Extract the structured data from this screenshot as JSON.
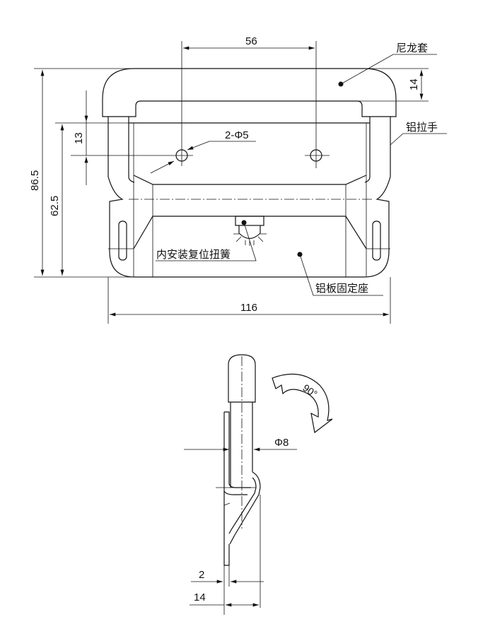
{
  "front_view": {
    "dims": {
      "width_total": "116",
      "hole_spacing": "56",
      "height_total": "86.5",
      "height_plate": "62.5",
      "hole_offset": "13",
      "grip_height": "14"
    },
    "hole_callout": "2-Φ5",
    "labels": {
      "nylon_sleeve": "尼龙套",
      "aluminum_handle": "铝拉手",
      "spring": "内安装复位扭簧",
      "base_plate": "铝板固定座"
    }
  },
  "side_view": {
    "dims": {
      "rod_diameter": "Φ8",
      "plate_thickness": "2",
      "depth": "14"
    },
    "rotation": "90°"
  }
}
